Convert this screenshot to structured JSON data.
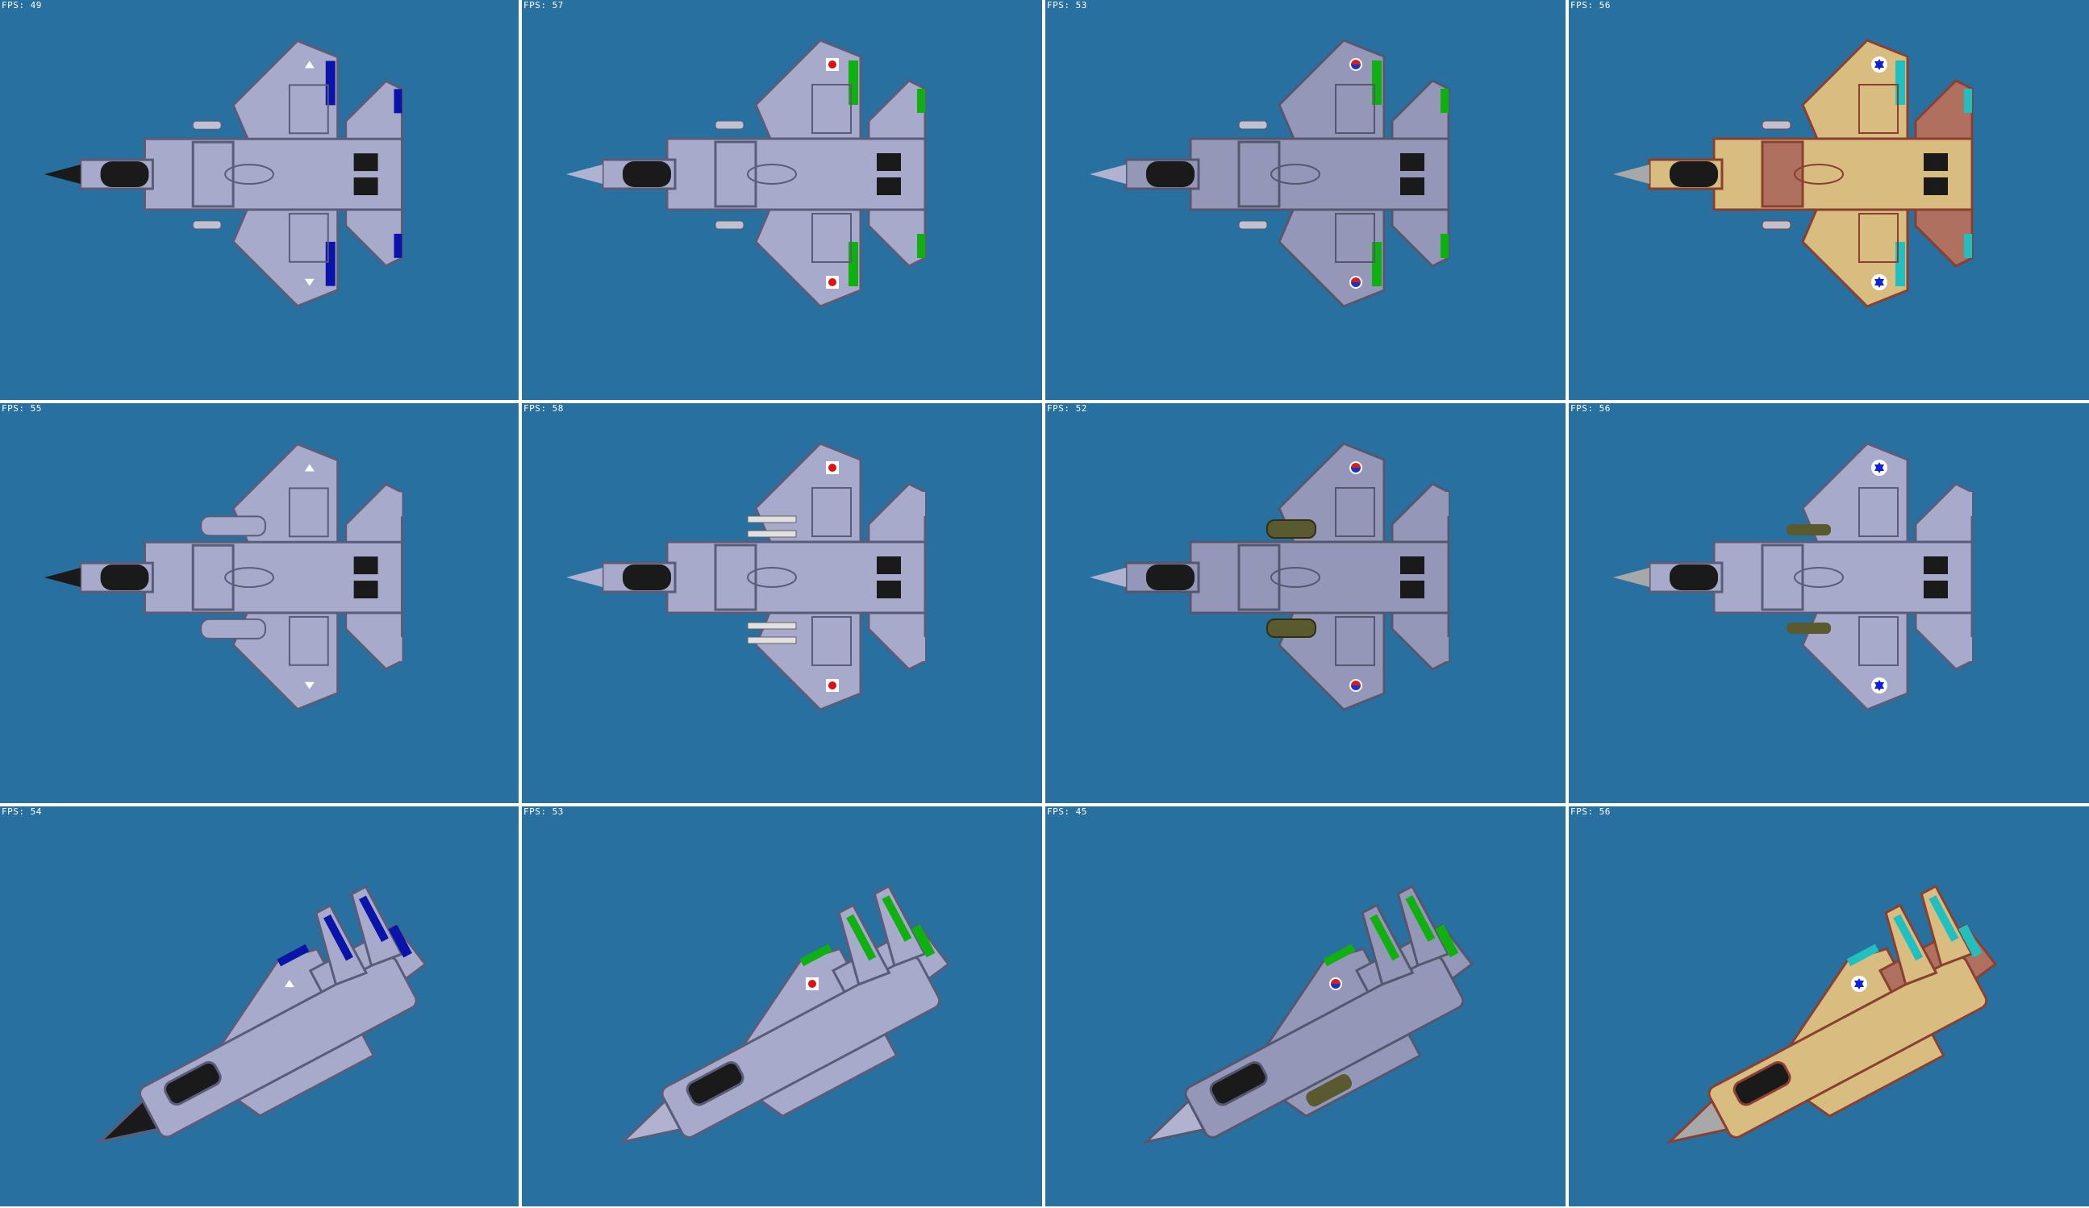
{
  "background_color": "#2870a0",
  "separator_color": "#ffffff",
  "panels": [
    {
      "fps": "FPS: 49",
      "view": "top",
      "loadout": "clean",
      "skin": {
        "body": "#a8aacc",
        "line": "#5a5c78",
        "trim": "#0a14a8",
        "mark": "white-triangle",
        "nose": "#1a1a1a"
      }
    },
    {
      "fps": "FPS: 57",
      "view": "top",
      "loadout": "clean",
      "skin": {
        "body": "#a8aacc",
        "line": "#5a5c78",
        "trim": "#10b010",
        "mark": "red-dot",
        "nose": "#b0b2d0"
      }
    },
    {
      "fps": "FPS: 53",
      "view": "top",
      "loadout": "clean",
      "skin": {
        "body": "#9597b8",
        "line": "#55576e",
        "trim": "#10b010",
        "mark": "taeguk",
        "nose": "#b0b2d0"
      }
    },
    {
      "fps": "FPS: 56",
      "view": "top",
      "loadout": "clean",
      "skin": {
        "body": "#d8bc80",
        "line": "#8a4030",
        "trim": "#20c0c0",
        "mark": "star-of-david",
        "nose": "#a8a8a8",
        "camo": "#b07060"
      }
    },
    {
      "fps": "FPS: 55",
      "view": "top",
      "loadout": "tanks",
      "skin": {
        "body": "#a8aacc",
        "line": "#5a5c78",
        "trim": "#a8aacc",
        "mark": "white-triangle",
        "nose": "#1a1a1a"
      }
    },
    {
      "fps": "FPS: 58",
      "view": "top",
      "loadout": "missiles",
      "skin": {
        "body": "#a8aacc",
        "line": "#5a5c78",
        "trim": "#a8aacc",
        "mark": "red-dot",
        "nose": "#b0b2d0"
      }
    },
    {
      "fps": "FPS: 52",
      "view": "top",
      "loadout": "bombs",
      "skin": {
        "body": "#9597b8",
        "line": "#55576e",
        "trim": "#9597b8",
        "mark": "taeguk",
        "nose": "#b0b2d0"
      }
    },
    {
      "fps": "FPS: 56",
      "view": "top",
      "loadout": "mixed",
      "skin": {
        "body": "#a8aacc",
        "line": "#5a5c78",
        "trim": "#a8aacc",
        "mark": "star-of-david",
        "nose": "#a8a8a8"
      }
    },
    {
      "fps": "FPS: 54",
      "view": "perspective",
      "loadout": "clean",
      "skin": {
        "body": "#a8aacc",
        "line": "#5a5c78",
        "trim": "#0a14a8",
        "mark": "white-triangle",
        "nose": "#1a1a1a"
      }
    },
    {
      "fps": "FPS: 53",
      "view": "perspective",
      "loadout": "clean",
      "skin": {
        "body": "#a8aacc",
        "line": "#5a5c78",
        "trim": "#10b010",
        "mark": "red-dot",
        "nose": "#b0b2d0"
      }
    },
    {
      "fps": "FPS: 45",
      "view": "perspective",
      "loadout": "bombs",
      "skin": {
        "body": "#9597b8",
        "line": "#55576e",
        "trim": "#10b010",
        "mark": "taeguk",
        "nose": "#b0b2d0"
      }
    },
    {
      "fps": "FPS: 56",
      "view": "perspective",
      "loadout": "clean",
      "skin": {
        "body": "#d8bc80",
        "line": "#8a4030",
        "trim": "#20c0c0",
        "mark": "star-of-david",
        "nose": "#a8a8a8",
        "camo": "#b07060"
      }
    }
  ]
}
